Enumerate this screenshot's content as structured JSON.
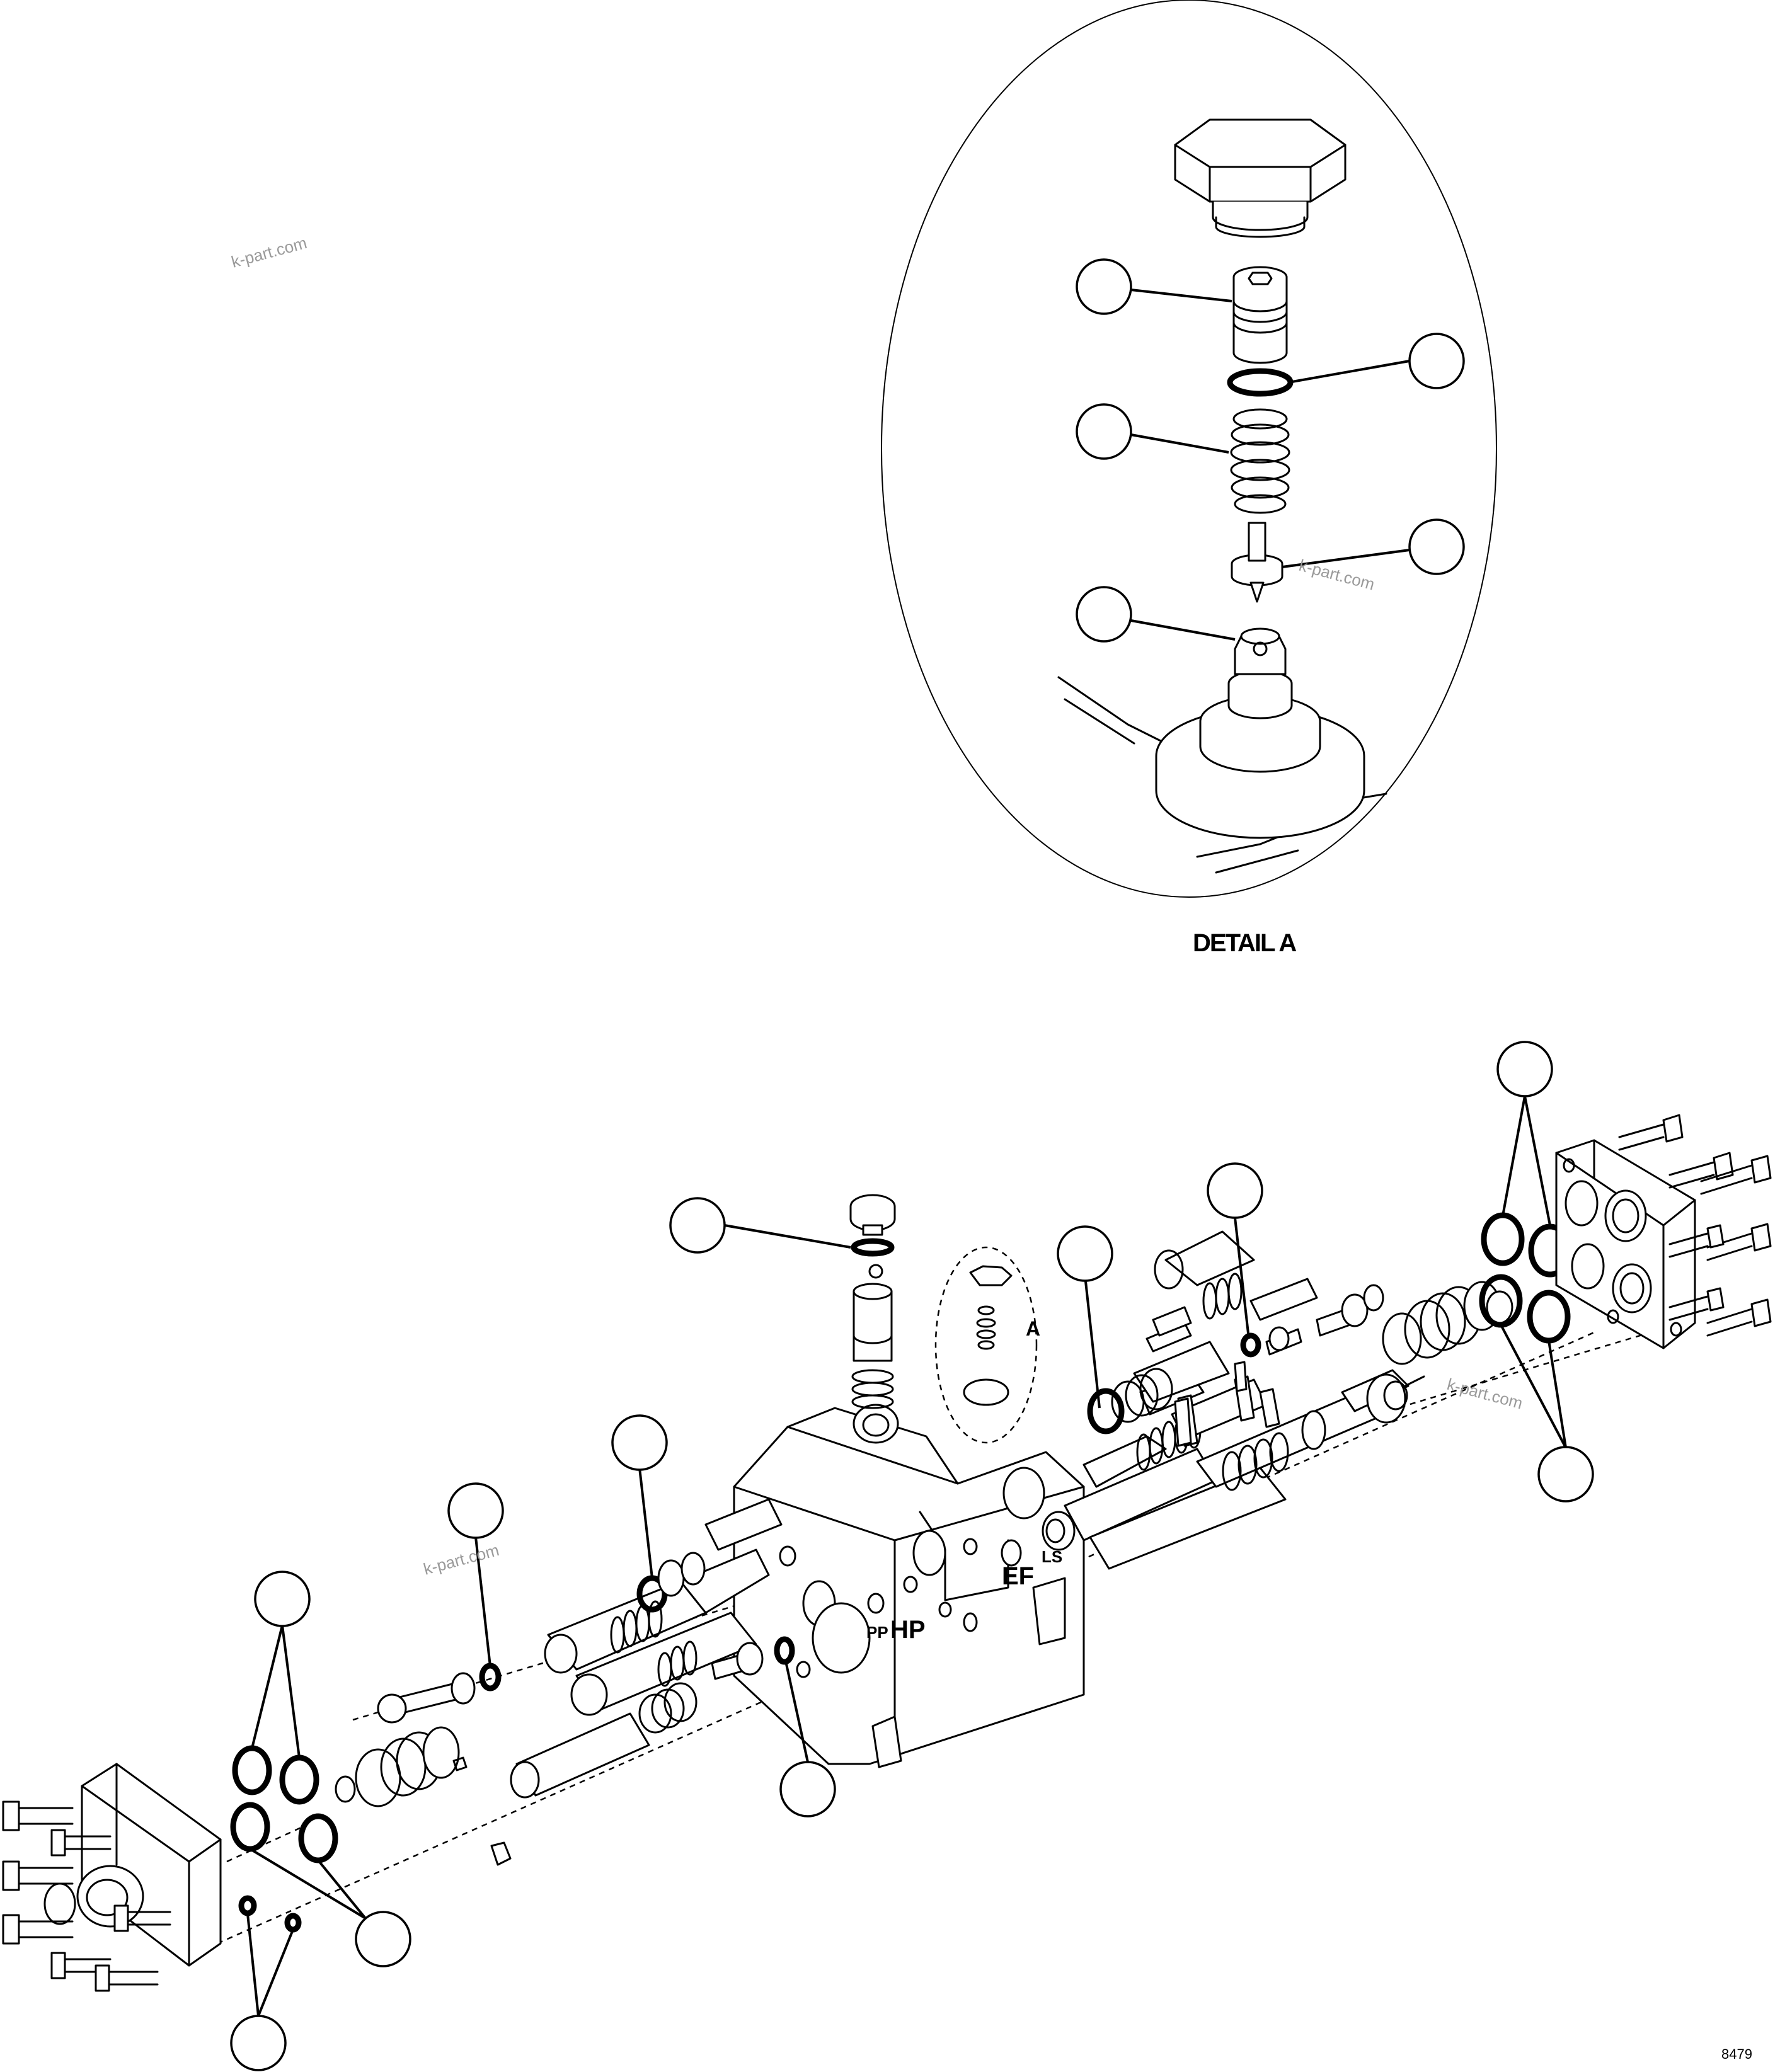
{
  "detail": {
    "title": "DETAIL A",
    "reference_letter": "A"
  },
  "watermarks": [
    "k-part.com",
    "k-part.com",
    "k-part.com",
    "k-part.com"
  ],
  "port_labels": [
    "PP",
    "HP",
    "LS",
    "EF"
  ],
  "drawing_code": "8479"
}
